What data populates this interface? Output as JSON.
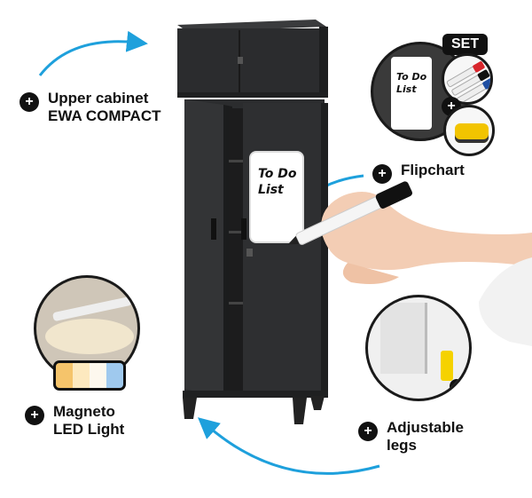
{
  "features": {
    "upper_cabinet": {
      "line1": "Upper cabinet",
      "line2": "EWA COMPACT",
      "icon": "plus-icon"
    },
    "flipchart": {
      "label": "Flipchart",
      "icon": "plus-icon"
    },
    "led_light": {
      "line1": "Magneto",
      "line2": "LED Light",
      "icon": "plus-icon"
    },
    "legs": {
      "line1": "Adjustable",
      "line2": "legs",
      "icon": "plus-icon"
    }
  },
  "flipchart_text": {
    "line1": "To Do",
    "line2": "List"
  },
  "inset_flipchart_text": {
    "line1": "To Do",
    "line2": "List"
  },
  "set_badge": "SET",
  "colors": {
    "cabinet": "#2b2c2e",
    "accent_arrow": "#1ea0dc",
    "marker_red": "#d8262c",
    "marker_blue": "#1f4fa3",
    "sponge": "#f2c400"
  }
}
